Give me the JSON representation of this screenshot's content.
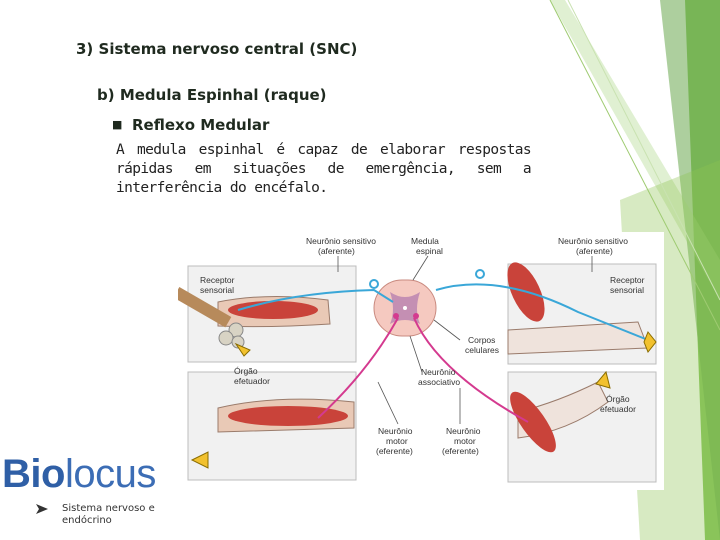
{
  "slide": {
    "title": "3) Sistema nervoso central (SNC)",
    "subtitle": "b) Medula Espinhal (raque)",
    "bullet": "Reflexo Medular",
    "paragraph": "A medula espinhal é capaz de elaborar respostas rápidas em situações de emergência, sem a interferência do encéfalo."
  },
  "figure": {
    "labels": {
      "neuron_sensory_left_1": "Neurônio sensitivo",
      "neuron_sensory_left_2": "(aferente)",
      "spinal_cord_1": "Medula",
      "spinal_cord_2": "espinal",
      "neuron_sensory_right_1": "Neurônio sensitivo",
      "neuron_sensory_right_2": "(aferente)",
      "receptor_left_1": "Receptor",
      "receptor_left_2": "sensorial",
      "receptor_right_1": "Receptor",
      "receptor_right_2": "sensorial",
      "cell_bodies_1": "Corpos",
      "cell_bodies_2": "celulares",
      "effector_left_1": "Órgão",
      "effector_left_2": "efetuador",
      "effector_right_1": "Órgão",
      "effector_right_2": "efetuador",
      "association_1": "Neurônio",
      "association_2": "associativo",
      "motor_left_1": "Neurônio",
      "motor_left_2": "motor",
      "motor_left_3": "(eferente)",
      "motor_right_1": "Neurônio",
      "motor_right_2": "motor",
      "motor_right_3": "(eferente)"
    }
  },
  "branding": {
    "logo_part1": "Bio",
    "logo_part2": "locus"
  },
  "footer": {
    "item": "Sistema nervoso e endócrino"
  },
  "colors": {
    "accent_green": "#6aa84f",
    "sensory_blue": "#3aa7d8",
    "motor_magenta": "#d43a8f",
    "logo_blue": "#2f5fa6"
  }
}
